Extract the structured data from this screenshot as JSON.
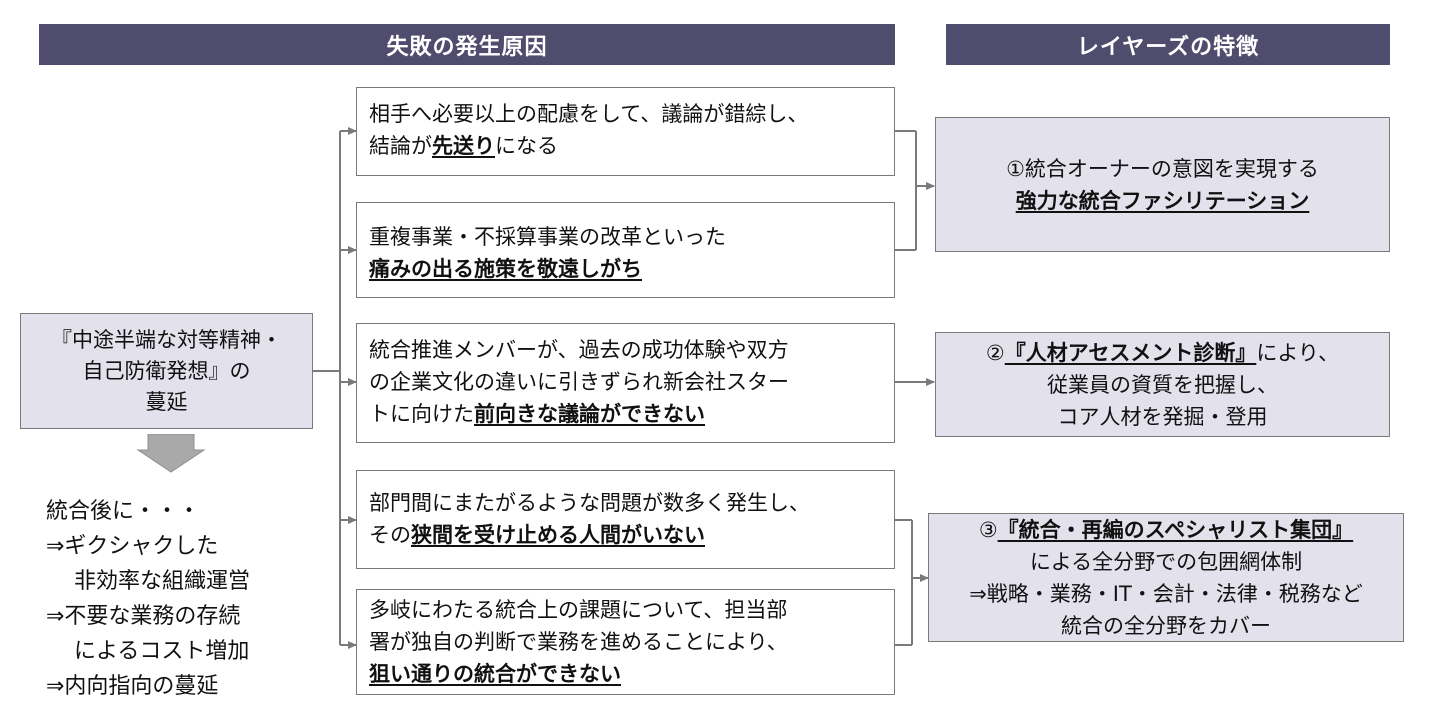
{
  "headers": {
    "causes": "失敗の発生原因",
    "features": "レイヤーズの特徴"
  },
  "root": {
    "line1": "『中途半端な対等精神・",
    "line2": "自己防衛発想』の",
    "line3": "蔓延"
  },
  "effects": {
    "title": "統合後に・・・",
    "items": [
      {
        "line1": "⇒ギクシャクした",
        "line2": "非効率な組織運営"
      },
      {
        "line1": "⇒不要な業務の存続",
        "line2": "によるコスト増加"
      },
      {
        "line1": "⇒内向指向の蔓延",
        "line2": ""
      }
    ]
  },
  "causes": [
    {
      "line1": "相手へ必要以上の配慮をして、議論が錯綜し、",
      "line2_pre": "結論が",
      "line2_em": "先送り",
      "line2_post": "になる"
    },
    {
      "line1": "重複事業・不採算事業の改革といった",
      "line2_em": "痛みの出る施策を敬遠しがち"
    },
    {
      "line1": "統合推進メンバーが、過去の成功体験や双方",
      "line2": "の企業文化の違いに引きずられ新会社スタ",
      "line3_tail": "ー",
      "line3_pre": "トに向けた",
      "line3_em": "前向きな議論ができない"
    },
    {
      "line1": "部門間にまたがるような問題が数多く発生し、",
      "line2_pre": "その",
      "line2_em": "狭間を受け止める人間がいない"
    },
    {
      "line1": "多岐にわたる統合上の課題について、担当部",
      "line2": "署が独自の判断で業務を進めることにより、",
      "line3_em": "狙い通りの統合ができない"
    }
  ],
  "features": [
    {
      "line1": "①統合オーナーの意図を実現する",
      "line2_em": "強力な統合ファシリテーション"
    },
    {
      "line1_pre": "②",
      "line1_em": "『人材アセスメント診断』",
      "line1_post": "により、",
      "line2": "従業員の資質を把握し、",
      "line3": "コア人材を発掘・登用"
    },
    {
      "line1_pre": "③",
      "line1_em": "『統合・再編のスペシャリスト集団』",
      "line2": "による全分野での包囲網体制",
      "line3": "⇒戦略・業務・IT・会計・法律・税務など",
      "line4": "統合の全分野をカバー"
    }
  ]
}
